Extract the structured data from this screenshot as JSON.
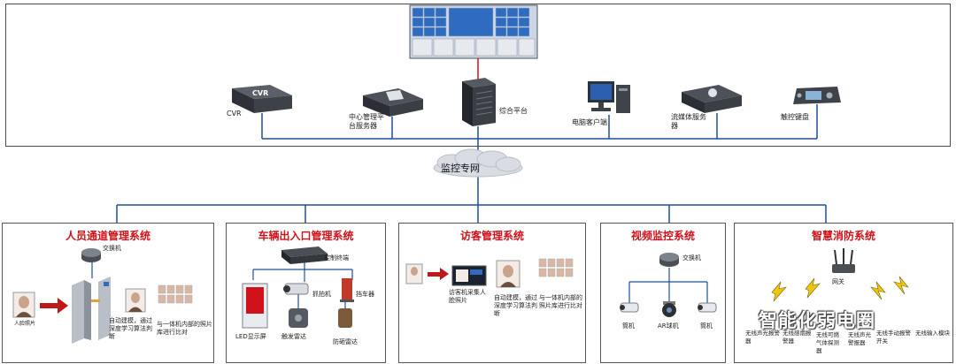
{
  "top": {
    "devices": {
      "cvr": "CVR",
      "cvr_label": "CVR",
      "central_server": "中心管理平台服务器",
      "platform": "综合平台",
      "pc_client": "电脑客户端",
      "media_server": "流媒体服务器",
      "touch_keyboard": "触控键盘"
    }
  },
  "network": {
    "label": "监控专网"
  },
  "panels": {
    "personnel": {
      "title": "人员通道管理系统",
      "switch": "交换机",
      "face_photo": "人脸照片",
      "modeling": "自动建模，通过深度学习算法判断",
      "compare": "与一体机内部的照片库进行比对"
    },
    "vehicle": {
      "title": "车辆出入口管理系统",
      "control_terminal": "控制终端",
      "camera": "抓拍机",
      "barrier": "挡车器",
      "led": "LED显示屏",
      "trigger_radar": "触发雷达",
      "anti_smash_radar": "防砸雷达"
    },
    "visitor": {
      "title": "访客管理系统",
      "collect": "访客机采集人脸照片",
      "modeling": "自动建模，通过深度学习算法判断",
      "compare": "与一体机内部的照片库进行比对"
    },
    "video": {
      "title": "视频监控系统",
      "switch": "交换机",
      "bullet1": "筒机",
      "ar_dome": "AR球机",
      "bullet2": "筒机"
    },
    "fire": {
      "title": "智慧消防系统",
      "gateway": "网关",
      "d1": "无线声光报警器",
      "d2": "无线感烟报警器",
      "d3": "无线可燃气体探测器",
      "d4": "无线声光警报器",
      "d5": "无线手动报警开关",
      "d6": "无线输入模块"
    }
  },
  "watermark": "智能化弱电圈",
  "colors": {
    "title_red": "#d0121b",
    "line_blue": "#1f4e9a",
    "link_red": "#d0121b",
    "frame": "#4a4a4a"
  }
}
